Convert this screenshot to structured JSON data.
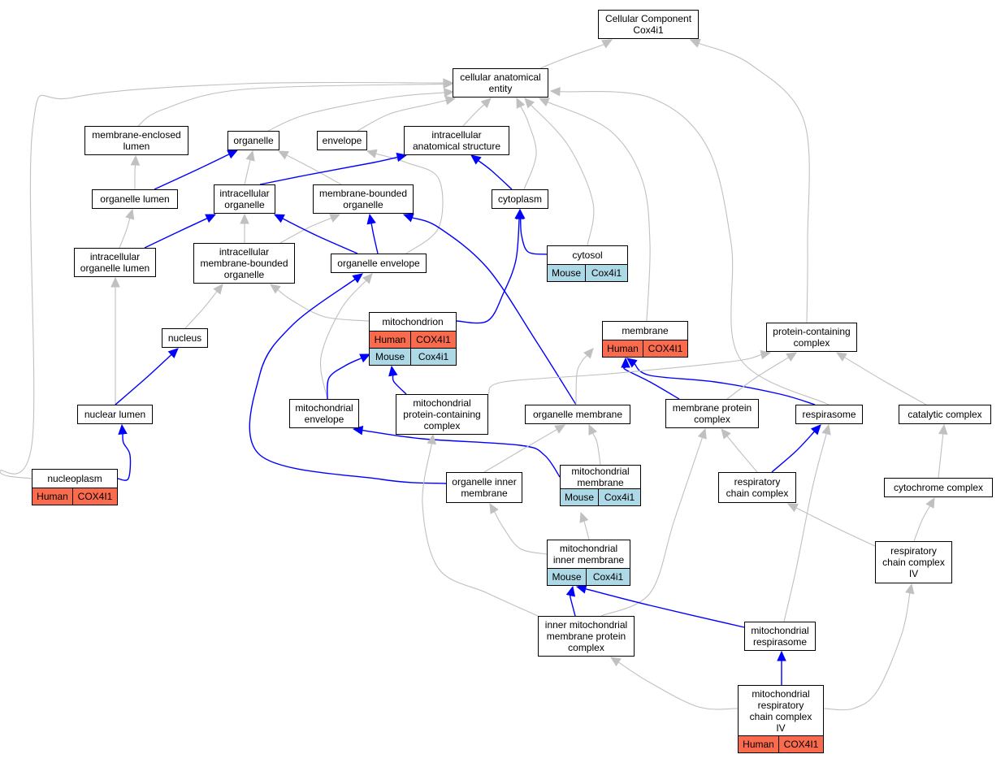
{
  "nodes": [
    {
      "id": "cellular_component",
      "label": "Cellular Component\nCox4i1"
    },
    {
      "id": "cellular_anatomical_entity",
      "label": "cellular anatomical\nentity"
    },
    {
      "id": "membrane_enclosed_lumen",
      "label": "membrane-enclosed\nlumen"
    },
    {
      "id": "organelle",
      "label": "organelle"
    },
    {
      "id": "envelope",
      "label": "envelope"
    },
    {
      "id": "intracellular_anatomical_structure",
      "label": "intracellular\nanatomical structure"
    },
    {
      "id": "organelle_lumen",
      "label": "organelle lumen"
    },
    {
      "id": "intracellular_organelle",
      "label": "intracellular\norganelle"
    },
    {
      "id": "membrane_bounded_organelle",
      "label": "membrane-bounded\norganelle"
    },
    {
      "id": "cytoplasm",
      "label": "cytoplasm"
    },
    {
      "id": "cytosol",
      "label": "cytosol",
      "annotation": {
        "species": "Mouse",
        "gene": "Cox4i1"
      }
    },
    {
      "id": "intracellular_organelle_lumen",
      "label": "intracellular\norganelle lumen"
    },
    {
      "id": "intracellular_membrane_bounded_organelle",
      "label": "intracellular\nmembrane-bounded\norganelle"
    },
    {
      "id": "organelle_envelope",
      "label": "organelle envelope"
    },
    {
      "id": "mitochondrion",
      "label": "mitochondrion",
      "annotations": [
        {
          "species": "Human",
          "gene": "COX4I1"
        },
        {
          "species": "Mouse",
          "gene": "Cox4i1"
        }
      ]
    },
    {
      "id": "membrane",
      "label": "membrane",
      "annotation": {
        "species": "Human",
        "gene": "COX4I1"
      }
    },
    {
      "id": "protein_containing_complex",
      "label": "protein-containing\ncomplex"
    },
    {
      "id": "nucleus",
      "label": "nucleus"
    },
    {
      "id": "nuclear_lumen",
      "label": "nuclear lumen"
    },
    {
      "id": "mitochondrial_envelope",
      "label": "mitochondrial\nenvelope"
    },
    {
      "id": "mitochondrial_protein_containing_complex",
      "label": "mitochondrial\nprotein-containing\ncomplex"
    },
    {
      "id": "organelle_membrane",
      "label": "organelle membrane"
    },
    {
      "id": "membrane_protein_complex",
      "label": "membrane protein\ncomplex"
    },
    {
      "id": "respirasome",
      "label": "respirasome"
    },
    {
      "id": "catalytic_complex",
      "label": "catalytic complex"
    },
    {
      "id": "nucleoplasm",
      "label": "nucleoplasm",
      "annotation": {
        "species": "Human",
        "gene": "COX4I1"
      }
    },
    {
      "id": "organelle_inner_membrane",
      "label": "organelle inner\nmembrane"
    },
    {
      "id": "mitochondrial_membrane",
      "label": "mitochondrial\nmembrane",
      "annotation": {
        "species": "Mouse",
        "gene": "Cox4i1"
      }
    },
    {
      "id": "respiratory_chain_complex",
      "label": "respiratory\nchain complex"
    },
    {
      "id": "cytochrome_complex",
      "label": "cytochrome complex"
    },
    {
      "id": "mitochondrial_inner_membrane",
      "label": "mitochondrial\ninner membrane",
      "annotation": {
        "species": "Mouse",
        "gene": "Cox4i1"
      }
    },
    {
      "id": "respiratory_chain_complex_iv",
      "label": "respiratory\nchain complex\nIV"
    },
    {
      "id": "inner_mitochondrial_membrane_protein_complex",
      "label": "inner mitochondrial\nmembrane protein\ncomplex"
    },
    {
      "id": "mitochondrial_respirasome",
      "label": "mitochondrial\nrespirasome"
    },
    {
      "id": "mitochondrial_respiratory_chain_complex_iv",
      "label": "mitochondrial\nrespiratory\nchain complex\nIV",
      "annotation": {
        "species": "Human",
        "gene": "COX4I1"
      }
    }
  ],
  "edges": [
    {
      "from": "cellular_anatomical_entity",
      "to": "cellular_component",
      "kind": "is_a"
    },
    {
      "from": "protein_containing_complex",
      "to": "cellular_component",
      "kind": "is_a"
    },
    {
      "from": "membrane_enclosed_lumen",
      "to": "cellular_anatomical_entity",
      "kind": "is_a"
    },
    {
      "from": "organelle",
      "to": "cellular_anatomical_entity",
      "kind": "is_a"
    },
    {
      "from": "envelope",
      "to": "cellular_anatomical_entity",
      "kind": "is_a"
    },
    {
      "from": "intracellular_anatomical_structure",
      "to": "cellular_anatomical_entity",
      "kind": "is_a"
    },
    {
      "from": "cytoplasm",
      "to": "cellular_anatomical_entity",
      "kind": "is_a"
    },
    {
      "from": "cytosol",
      "to": "cellular_anatomical_entity",
      "kind": "is_a"
    },
    {
      "from": "membrane",
      "to": "cellular_anatomical_entity",
      "kind": "is_a"
    },
    {
      "from": "respirasome",
      "to": "cellular_anatomical_entity",
      "kind": "is_a"
    },
    {
      "from": "nucleoplasm",
      "to": "cellular_anatomical_entity",
      "kind": "is_a"
    },
    {
      "from": "organelle_lumen",
      "to": "membrane_enclosed_lumen",
      "kind": "is_a"
    },
    {
      "from": "organelle_lumen",
      "to": "organelle",
      "kind": "part_of"
    },
    {
      "from": "intracellular_organelle",
      "to": "organelle",
      "kind": "is_a"
    },
    {
      "from": "membrane_bounded_organelle",
      "to": "organelle",
      "kind": "is_a"
    },
    {
      "from": "organelle_envelope",
      "to": "envelope",
      "kind": "is_a"
    },
    {
      "from": "intracellular_organelle",
      "to": "intracellular_anatomical_structure",
      "kind": "part_of"
    },
    {
      "from": "cytoplasm",
      "to": "intracellular_anatomical_structure",
      "kind": "part_of"
    },
    {
      "from": "cytosol",
      "to": "cytoplasm",
      "kind": "part_of"
    },
    {
      "from": "mitochondrion",
      "to": "cytoplasm",
      "kind": "part_of"
    },
    {
      "from": "intracellular_organelle_lumen",
      "to": "organelle_lumen",
      "kind": "is_a"
    },
    {
      "from": "intracellular_organelle_lumen",
      "to": "intracellular_organelle",
      "kind": "part_of"
    },
    {
      "from": "intracellular_membrane_bounded_organelle",
      "to": "intracellular_organelle",
      "kind": "is_a"
    },
    {
      "from": "intracellular_membrane_bounded_organelle",
      "to": "membrane_bounded_organelle",
      "kind": "is_a"
    },
    {
      "from": "organelle_envelope",
      "to": "intracellular_organelle",
      "kind": "part_of"
    },
    {
      "from": "organelle_envelope",
      "to": "membrane_bounded_organelle",
      "kind": "part_of"
    },
    {
      "from": "organelle_membrane",
      "to": "membrane_bounded_organelle",
      "kind": "part_of"
    },
    {
      "from": "nuclear_lumen",
      "to": "intracellular_organelle_lumen",
      "kind": "is_a"
    },
    {
      "from": "nucleus",
      "to": "intracellular_membrane_bounded_organelle",
      "kind": "is_a"
    },
    {
      "from": "mitochondrion",
      "to": "intracellular_membrane_bounded_organelle",
      "kind": "is_a"
    },
    {
      "from": "mitochondrial_envelope",
      "to": "organelle_envelope",
      "kind": "is_a"
    },
    {
      "from": "organelle_inner_membrane",
      "to": "organelle_envelope",
      "kind": "part_of"
    },
    {
      "from": "mitochondrial_envelope",
      "to": "mitochondrion",
      "kind": "part_of"
    },
    {
      "from": "mitochondrial_protein_containing_complex",
      "to": "mitochondrion",
      "kind": "part_of"
    },
    {
      "from": "organelle_membrane",
      "to": "membrane",
      "kind": "is_a"
    },
    {
      "from": "membrane_protein_complex",
      "to": "membrane",
      "kind": "part_of"
    },
    {
      "from": "respirasome",
      "to": "membrane",
      "kind": "part_of"
    },
    {
      "from": "mitochondrial_protein_containing_complex",
      "to": "protein_containing_complex",
      "kind": "is_a"
    },
    {
      "from": "membrane_protein_complex",
      "to": "protein_containing_complex",
      "kind": "is_a"
    },
    {
      "from": "catalytic_complex",
      "to": "protein_containing_complex",
      "kind": "is_a"
    },
    {
      "from": "nuclear_lumen",
      "to": "nucleus",
      "kind": "part_of"
    },
    {
      "from": "nucleoplasm",
      "to": "nuclear_lumen",
      "kind": "part_of"
    },
    {
      "from": "mitochondrial_membrane",
      "to": "mitochondrial_envelope",
      "kind": "part_of"
    },
    {
      "from": "inner_mitochondrial_membrane_protein_complex",
      "to": "mitochondrial_protein_containing_complex",
      "kind": "is_a"
    },
    {
      "from": "organelle_inner_membrane",
      "to": "organelle_membrane",
      "kind": "is_a"
    },
    {
      "from": "mitochondrial_membrane",
      "to": "organelle_membrane",
      "kind": "is_a"
    },
    {
      "from": "respiratory_chain_complex",
      "to": "membrane_protein_complex",
      "kind": "is_a"
    },
    {
      "from": "inner_mitochondrial_membrane_protein_complex",
      "to": "membrane_protein_complex",
      "kind": "is_a"
    },
    {
      "from": "respiratory_chain_complex",
      "to": "respirasome",
      "kind": "part_of"
    },
    {
      "from": "mitochondrial_respirasome",
      "to": "respirasome",
      "kind": "is_a"
    },
    {
      "from": "cytochrome_complex",
      "to": "catalytic_complex",
      "kind": "is_a"
    },
    {
      "from": "mitochondrial_inner_membrane",
      "to": "organelle_inner_membrane",
      "kind": "is_a"
    },
    {
      "from": "mitochondrial_inner_membrane",
      "to": "mitochondrial_membrane",
      "kind": "is_a"
    },
    {
      "from": "respiratory_chain_complex_iv",
      "to": "respiratory_chain_complex",
      "kind": "is_a"
    },
    {
      "from": "respiratory_chain_complex_iv",
      "to": "cytochrome_complex",
      "kind": "is_a"
    },
    {
      "from": "inner_mitochondrial_membrane_protein_complex",
      "to": "mitochondrial_inner_membrane",
      "kind": "part_of"
    },
    {
      "from": "mitochondrial_respirasome",
      "to": "mitochondrial_inner_membrane",
      "kind": "part_of"
    },
    {
      "from": "mitochondrial_respiratory_chain_complex_iv",
      "to": "mitochondrial_respirasome",
      "kind": "part_of"
    },
    {
      "from": "mitochondrial_respiratory_chain_complex_iv",
      "to": "inner_mitochondrial_membrane_protein_complex",
      "kind": "is_a"
    },
    {
      "from": "mitochondrial_respiratory_chain_complex_iv",
      "to": "respiratory_chain_complex_iv",
      "kind": "is_a"
    }
  ],
  "colors": {
    "is_a_edge": "#c0c0c0",
    "part_of_edge": "#0000ff",
    "human_fill": "#fa6a4c",
    "mouse_fill": "#add8e6",
    "node_border": "#000000",
    "node_fill": "#ffffff"
  }
}
